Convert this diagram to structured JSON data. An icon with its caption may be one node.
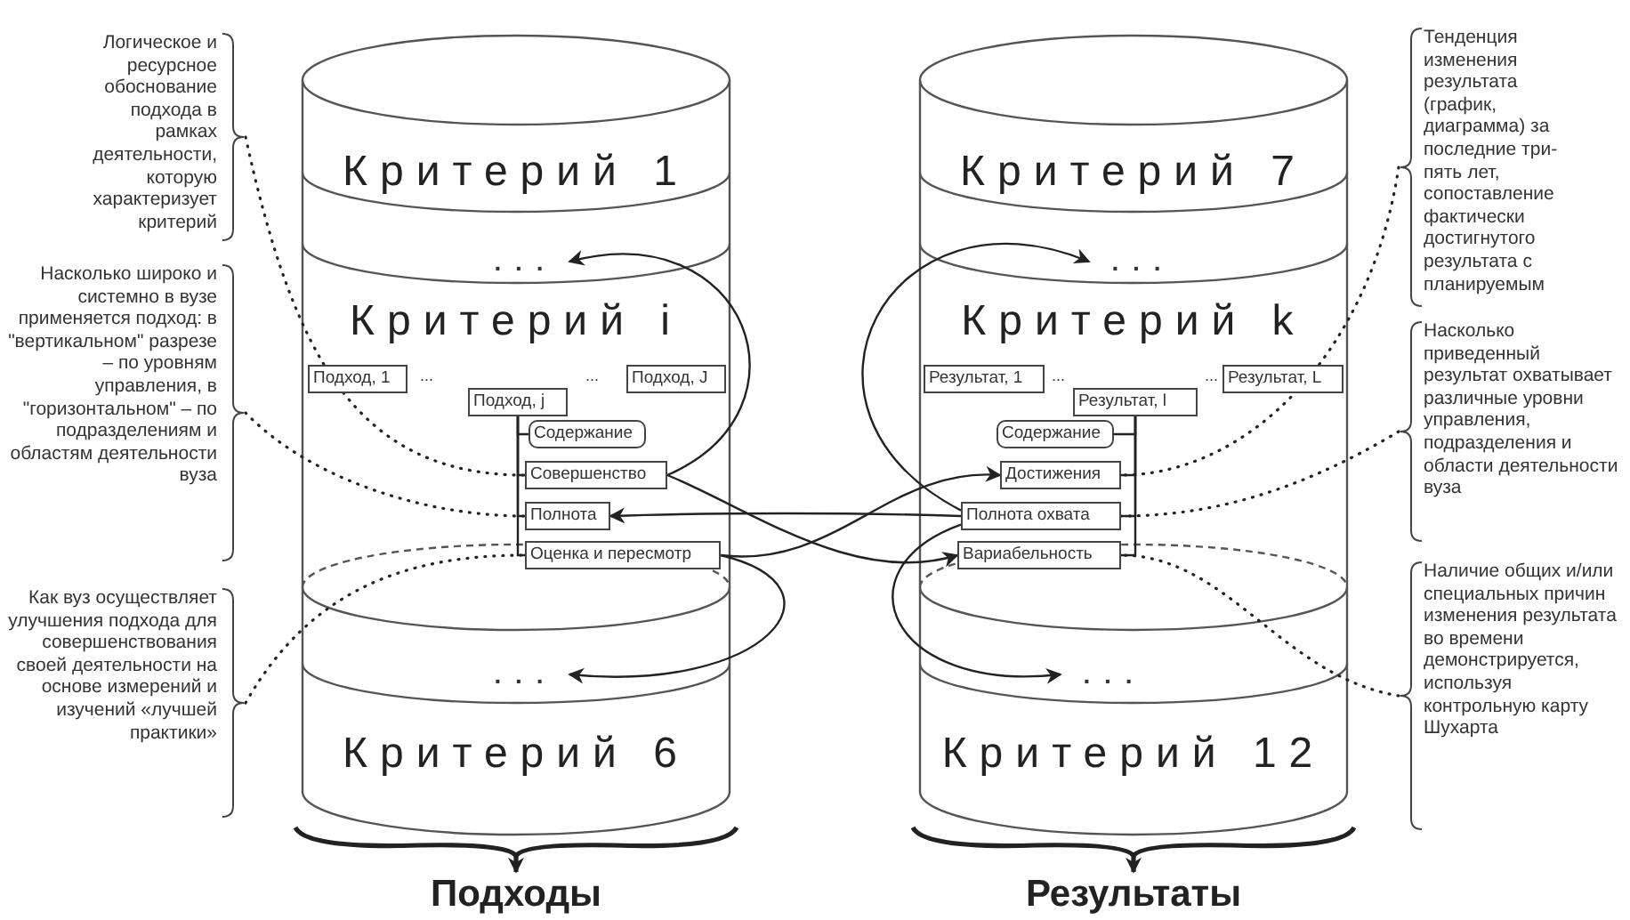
{
  "diagram": {
    "nodes": [
      {
        "text": [],
        "shape": "cylinder"
      },
      {
        "text": [
          "Критерий 1"
        ],
        "in": 0
      },
      {
        "text": [
          ". . ."
        ],
        "in": 0
      },
      {
        "text": [
          "Критерий i"
        ],
        "in": 0
      },
      {
        "text": [
          "Подход, 1"
        ],
        "in": 0
      },
      {
        "text": [
          "Подход, j"
        ],
        "in": 0
      },
      {
        "text": [
          "Подход, J"
        ],
        "in": 0
      },
      {
        "text": [
          "Содержание"
        ],
        "in": 0
      },
      {
        "text": [
          "Совершенство"
        ],
        "in": 0
      },
      {
        "text": [
          "Полнота"
        ],
        "in": 0
      },
      {
        "text": [
          "Оценка и пересмотр"
        ],
        "in": 0
      },
      {
        "text": [
          ". . ."
        ],
        "in": 0
      },
      {
        "text": [
          "Критерий 6"
        ],
        "in": 0
      },
      {
        "text": [],
        "shape": "cylinder"
      },
      {
        "text": [
          "Критерий 7"
        ],
        "in": 13
      },
      {
        "text": [
          ". . ."
        ],
        "in": 13
      },
      {
        "text": [
          "Критерий k"
        ],
        "in": 13
      },
      {
        "text": [
          "Результат, 1"
        ],
        "in": 13
      },
      {
        "text": [
          "Результат, l"
        ],
        "in": 13
      },
      {
        "text": [
          "Результат, L"
        ],
        "in": 13
      },
      {
        "text": [
          "Содержание"
        ],
        "in": 13
      },
      {
        "text": [
          "Достижения"
        ],
        "in": 13
      },
      {
        "text": [
          "Полнота охвата"
        ],
        "in": 13
      },
      {
        "text": [
          "Вариабельность"
        ],
        "in": 13
      },
      {
        "text": [
          ". . ."
        ],
        "in": 13
      },
      {
        "text": [
          "Критерий 12"
        ],
        "in": 13
      },
      {
        "text": [
          "Логическое и ресурсное обоснование подхода в рамках деятельности, которую характеризует критерий"
        ]
      },
      {
        "text": [
          "Насколько широко и системно в вузе применяется подход: в \"вертикальном\" разрезе – по уровням управления, в \"горизонтальном\" – по подразделениям и областям деятельности вуза"
        ]
      },
      {
        "text": [
          "Как вуз осуществляет улучшения подхода для совершенствования своей деятельности на основе измерений и изучений «лучшей практики»"
        ]
      },
      {
        "text": [
          "Тенденция изменения результата (график, диаграмма) за последние три-пять лет, сопоставление фактически достигнутого результата с планируемым"
        ]
      },
      {
        "text": [
          "Насколько приведенный результат охватывает различные уровни управления, подразделения и области деятельности вуза"
        ]
      },
      {
        "text": [
          "Наличие общих и/или специальных причин изменения результата во времени демонстрируется, используя контрольную карту Шухарта"
        ]
      },
      {
        "text": [
          "Подходы"
        ]
      },
      {
        "text": [
          "Результаты"
        ]
      }
    ],
    "edges": [
      {
        "from": 8,
        "to": 2,
        "arrow": "to"
      },
      {
        "from": 10,
        "to": 11,
        "arrow": "to"
      },
      {
        "from": 8,
        "to": 23,
        "arrow": "to"
      },
      {
        "from": 10,
        "to": 21,
        "arrow": "to"
      },
      {
        "from": 22,
        "to": 9,
        "arrow": "to"
      },
      {
        "from": 22,
        "to": 15,
        "arrow": "to"
      },
      {
        "from": 22,
        "to": 24,
        "arrow": "to"
      },
      {
        "from": 5,
        "to": 7,
        "arrow": "none"
      },
      {
        "from": 5,
        "to": 8,
        "arrow": "none"
      },
      {
        "from": 5,
        "to": 9,
        "arrow": "none"
      },
      {
        "from": 5,
        "to": 10,
        "arrow": "none"
      },
      {
        "from": 18,
        "to": 20,
        "arrow": "none"
      },
      {
        "from": 18,
        "to": 21,
        "arrow": "none"
      },
      {
        "from": 18,
        "to": 22,
        "arrow": "none"
      },
      {
        "from": 18,
        "to": 23,
        "arrow": "none"
      },
      {
        "from": 26,
        "to": 8,
        "arrow": "none",
        "style": "dashed"
      },
      {
        "from": 27,
        "to": 9,
        "arrow": "none",
        "style": "dashed"
      },
      {
        "from": 28,
        "to": 10,
        "arrow": "none",
        "style": "dashed"
      },
      {
        "from": 29,
        "to": 21,
        "arrow": "none",
        "style": "dashed"
      },
      {
        "from": 30,
        "to": 22,
        "arrow": "none",
        "style": "dashed"
      },
      {
        "from": 31,
        "to": 23,
        "arrow": "none",
        "style": "dashed"
      },
      {
        "from": 0,
        "to": 32,
        "arrow": "to"
      },
      {
        "from": 13,
        "to": 33,
        "arrow": "to"
      }
    ],
    "labels": [
      "...",
      "...",
      "...",
      "..."
    ]
  }
}
